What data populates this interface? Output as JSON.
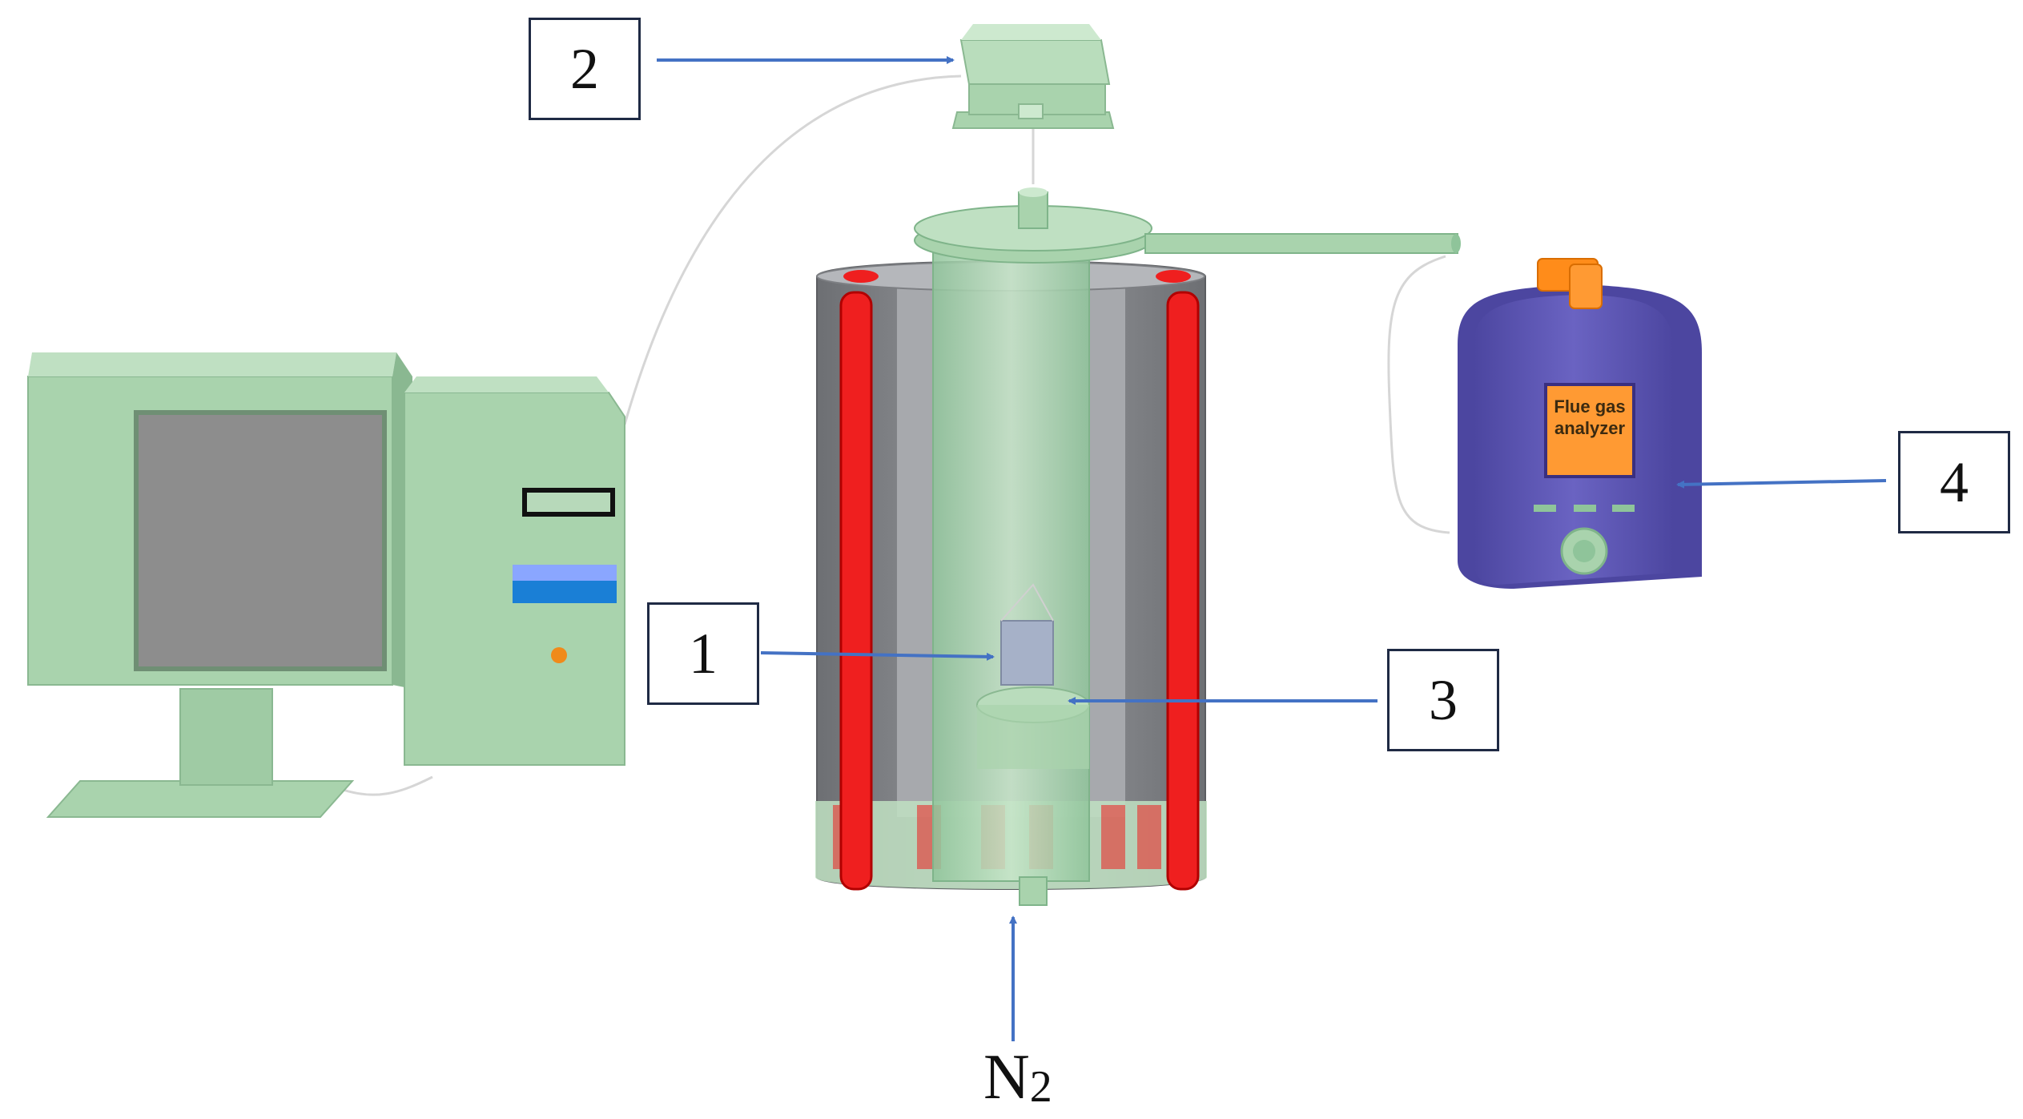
{
  "labels": {
    "one": "1",
    "two": "2",
    "three": "3",
    "four": "4"
  },
  "gas_inlet": {
    "symbol": "N",
    "subscript": "2"
  },
  "analyzer": {
    "screen_line1": "Flue gas",
    "screen_line2": "analyzer"
  },
  "colors": {
    "equipment_green": "#a9d3ad",
    "heater_red": "#ef1f1f",
    "furnace_gray": "#8a8c90",
    "analyzer_purple": "#5a54b0",
    "screen_orange": "#ff9a33",
    "arrow_blue": "#4472c4",
    "label_border": "#1f2a44"
  }
}
